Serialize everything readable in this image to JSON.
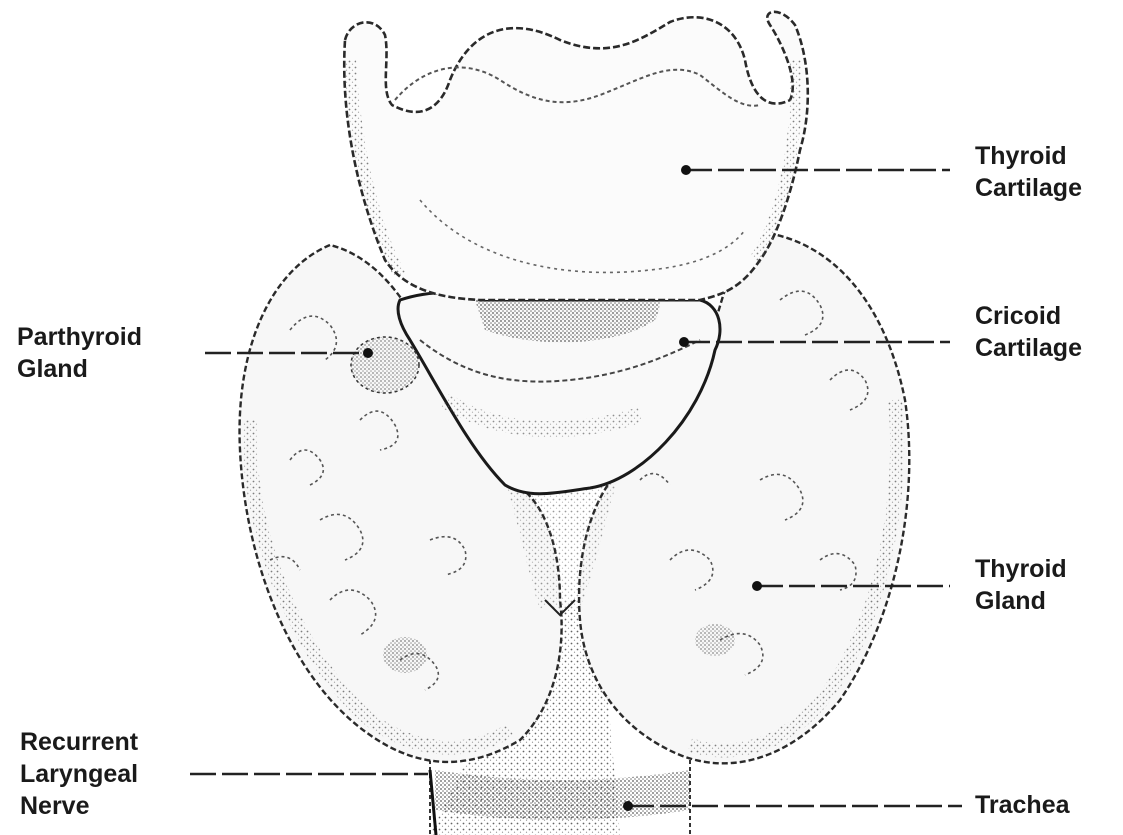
{
  "labels": {
    "thyroid_cartilage": [
      "Thyroid",
      "Cartilage"
    ],
    "cricoid_cartilage": [
      "Cricoid",
      "Cartilage"
    ],
    "parathyroid_gland": [
      "Parthyroid",
      "Gland"
    ],
    "thyroid_gland": [
      "Thyroid",
      "Gland"
    ],
    "recurrent_laryngeal_nerve": [
      "Recurrent",
      "Laryngeal",
      "Nerve"
    ],
    "trachea": [
      "Trachea"
    ]
  },
  "colors": {
    "ink": "#1a1a1a",
    "stipple": "#555555",
    "shade": "#9a9a9a",
    "background": "#ffffff"
  }
}
